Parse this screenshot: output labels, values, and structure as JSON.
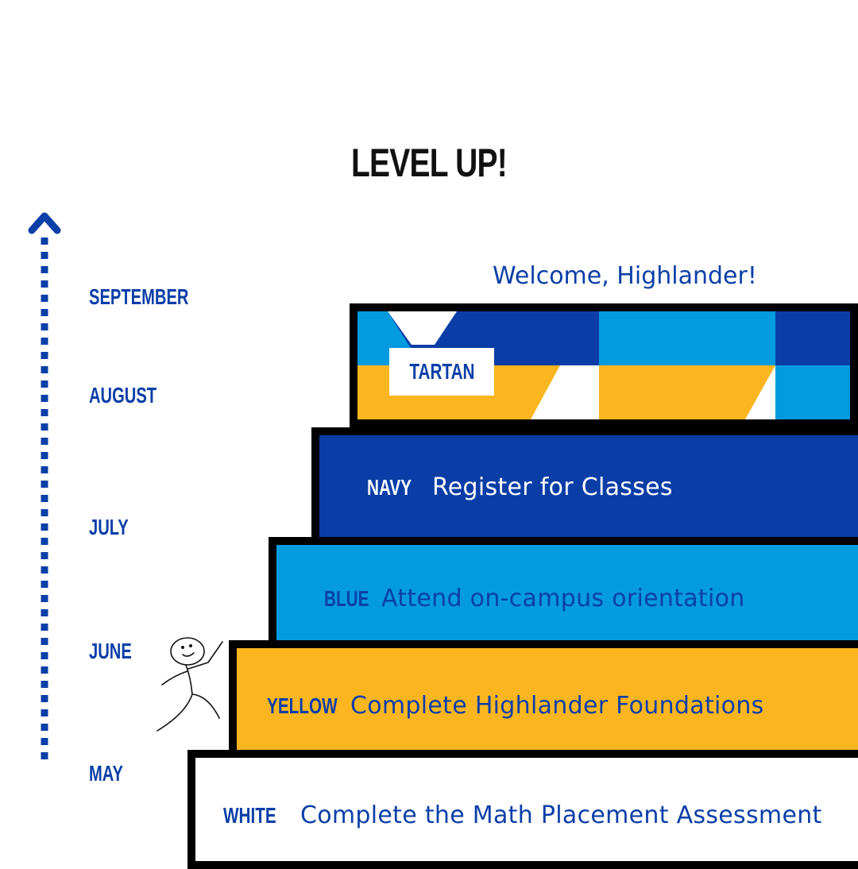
{
  "title": "LEVEL UP!",
  "months": [
    "SEPTEMBER",
    "AUGUST",
    "JULY",
    "JUNE",
    "MAY"
  ],
  "welcome": "Welcome, Highlander!",
  "colors": {
    "navy": "#0a3ea6",
    "blue": "#039be0",
    "yellow": "#fbb61f",
    "white": "#ffffff",
    "text": "#0b3fa8"
  },
  "steps": {
    "tartan": {
      "label": "TARTAN"
    },
    "navy": {
      "label": "NAVY",
      "task": "Register for Classes"
    },
    "blue": {
      "label": "BLUE",
      "task": "Attend on-campus orientation"
    },
    "yellow": {
      "label": "YELLOW",
      "task": "Complete Highlander Foundations"
    },
    "white": {
      "label": "WHITE",
      "task": "Complete the Math Placement Assessment"
    }
  }
}
